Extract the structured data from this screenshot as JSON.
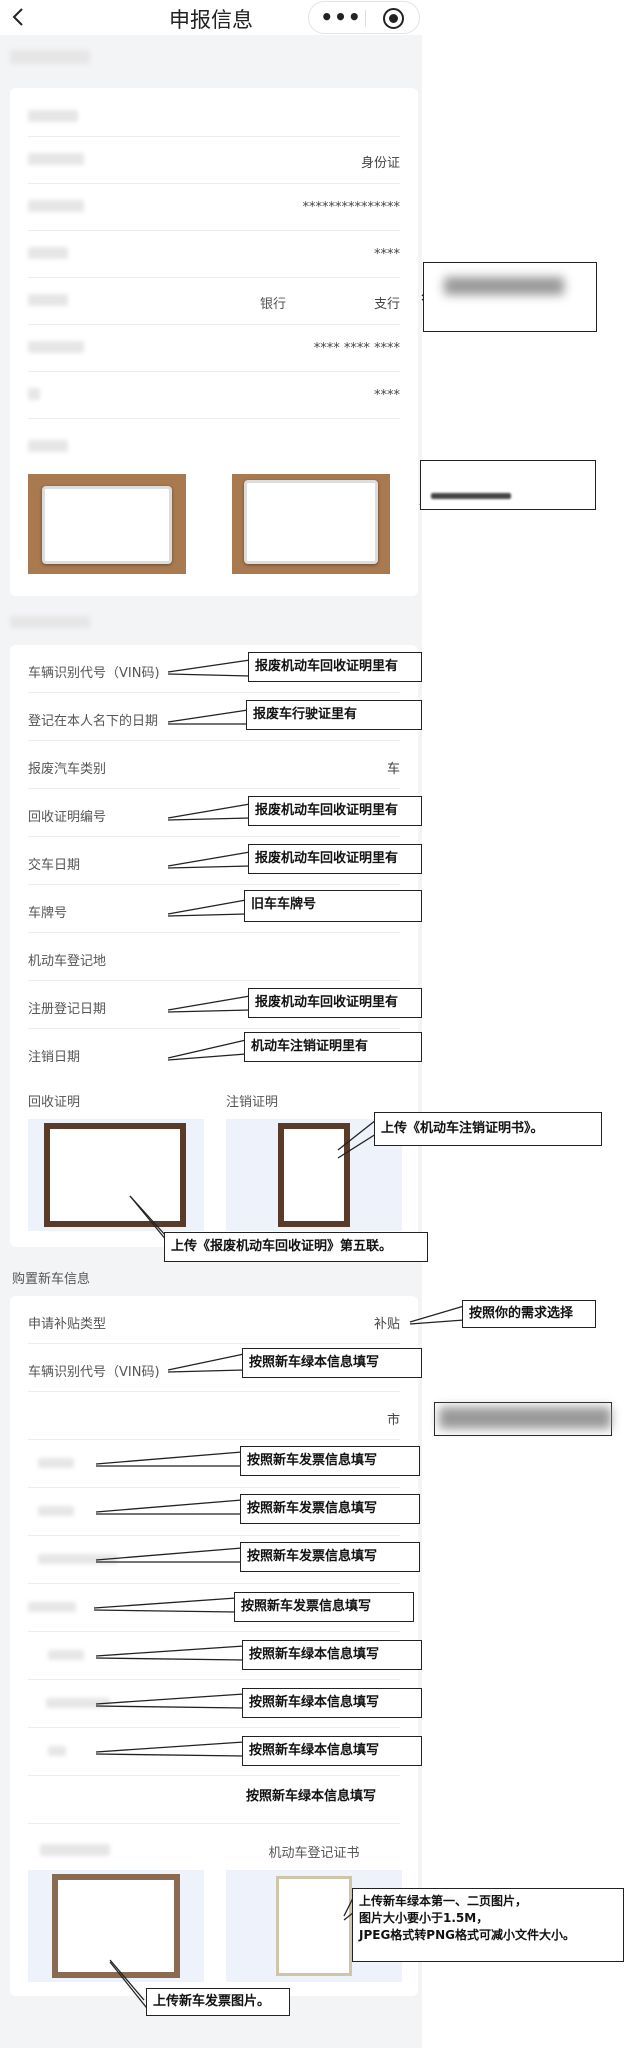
{
  "nav": {
    "title": "申报信息",
    "more_glyph": "•••"
  },
  "owner_card": {
    "id_type": "身份证",
    "id_number_masked": "***************",
    "name_masked": "****",
    "bank_value": "银行",
    "branch_value": "支行",
    "account_masked": "**** **** ****",
    "phone_masked": "****"
  },
  "scrap_section": {
    "rows": [
      {
        "label": "车辆识别代号（VIN码)",
        "value": ""
      },
      {
        "label": "登记在本人名下的日期",
        "value": ""
      },
      {
        "label": "报废汽车类别",
        "value": "车"
      },
      {
        "label": "回收证明编号",
        "value": ""
      },
      {
        "label": "交车日期",
        "value": ""
      },
      {
        "label": "车牌号",
        "value": ""
      },
      {
        "label": "机动车登记地",
        "value": ""
      },
      {
        "label": "注册登记日期",
        "value": ""
      },
      {
        "label": "注销日期",
        "value": ""
      }
    ],
    "recycle_cert_label": "回收证明",
    "cancel_cert_label": "注销证明"
  },
  "new_car_section": {
    "title": "购置新车信息",
    "subsidy_label": "申请补贴类型",
    "subsidy_value": "补贴",
    "vin_label": "车辆识别代号（VIN码)",
    "city_value": "市",
    "registration_cert_label": "机动车登记证书"
  },
  "callouts": {
    "vin_scrap": "报废机动车回收证明里有",
    "reg_date": "报废车行驶证里有",
    "recycle_no": "报废机动车回收证明里有",
    "handover_date": "报废机动车回收证明里有",
    "plate": "旧车车牌号",
    "register_date": "报废机动车回收证明里有",
    "cancel_date": "机动车注销证明里有",
    "upload_cancel": "上传《机动车注销证明书》。",
    "upload_recycle": "上传《报废机动车回收证明》第五联。",
    "subsidy_choice": "按照你的需求选择",
    "vin_new": "按照新车绿本信息填写",
    "invoice_1": "按照新车发票信息填写",
    "invoice_2": "按照新车发票信息填写",
    "invoice_3": "按照新车发票信息填写",
    "invoice_4": "按照新车发票信息填写",
    "green_1": "按照新车绿本信息填写",
    "green_2": "按照新车绿本信息填写",
    "green_3": "按照新车绿本信息填写",
    "green_4": "按照新车绿本信息填写",
    "upload_green": "上传新车绿本第一、二页图片，\n图片大小要小于1.5M，\nJPEG格式转PNG格式可减小文件大小。",
    "upload_invoice": "上传新车发票图片。"
  },
  "colors": {
    "accent_frame": "#5a3b2a",
    "photo_bg": "#eef3fb",
    "idcard_bg": "#a9794f"
  }
}
